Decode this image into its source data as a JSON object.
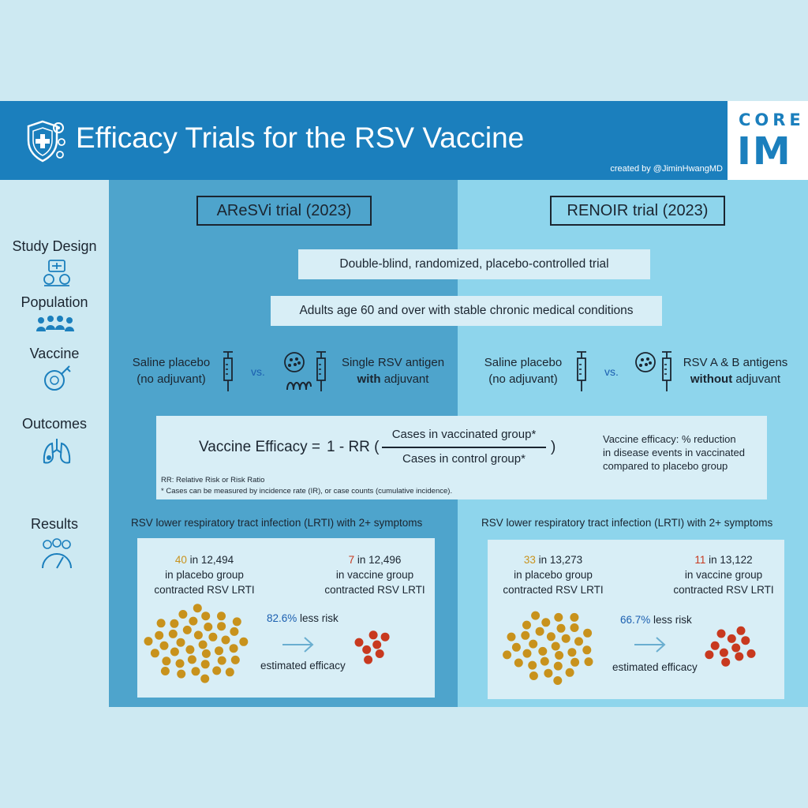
{
  "header": {
    "title": "Efficacy Trials for the RSV Vaccine",
    "credit": "created by @JiminHwangMD",
    "logo_top": "CORE",
    "logo_bottom": "IM"
  },
  "rows": {
    "study_design": "Study Design",
    "population": "Population",
    "vaccine": "Vaccine",
    "outcomes": "Outcomes",
    "results": "Results"
  },
  "trials": {
    "left": "AReSVi trial (2023)",
    "right": "RENOIR trial (2023)"
  },
  "design_text": "Double-blind, randomized, placebo-controlled trial",
  "population_text": "Adults age 60 and over with stable chronic medical conditions",
  "vaccine": {
    "left": {
      "placebo_line1": "Saline placebo",
      "placebo_line2": "(no adjuvant)",
      "vs": "vs.",
      "vaccine_line1": "Single RSV antigen",
      "vaccine_bold": "with",
      "vaccine_rest": " adjuvant"
    },
    "right": {
      "placebo_line1": "Saline placebo",
      "placebo_line2": "(no adjuvant)",
      "vs": "vs.",
      "vaccine_line1": "RSV A & B antigens",
      "vaccine_bold": "without",
      "vaccine_rest": " adjuvant"
    }
  },
  "outcomes": {
    "ve_label": "Vaccine Efficacy =",
    "formula_prefix": "1 - RR (",
    "numerator": "Cases in vaccinated group*",
    "denominator": "Cases in control group*",
    "formula_suffix": ")",
    "def_line1": "Vaccine efficacy: % reduction",
    "def_line2": "in disease events in vaccinated",
    "def_line3": "compared to placebo group",
    "note1": "RR: Relative Risk or Risk Ratio",
    "note2": "* Cases can be measured by incidence rate (IR), or case counts (cumulative incidence)."
  },
  "results": {
    "left": {
      "title": "RSV lower respiratory tract infection (LRTI) with 2+ symptoms",
      "placebo_count": "40",
      "placebo_total": " in 12,494",
      "placebo_l2": "in placebo group",
      "placebo_l3": "contracted RSV LRTI",
      "vaccine_count": "7",
      "vaccine_total": " in 12,496",
      "vaccine_l2": "in vaccine group",
      "vaccine_l3": "contracted RSV LRTI",
      "efficacy": "82.6%",
      "risk_text": " less risk",
      "estimated": "estimated efficacy"
    },
    "right": {
      "title": "RSV lower respiratory tract infection (LRTI) with 2+ symptoms",
      "placebo_count": "33",
      "placebo_total": " in 13,273",
      "placebo_l2": "in placebo group",
      "placebo_l3": "contracted RSV LRTI",
      "vaccine_count": "11",
      "vaccine_total": " in 13,122",
      "vaccine_l2": "in vaccine group",
      "vaccine_l3": "contracted RSV LRTI",
      "efficacy": "66.7%",
      "risk_text": " less risk",
      "estimated": "estimated efficacy"
    }
  },
  "colors": {
    "header": "#1b7fbd",
    "left_column": "#4ea4cc",
    "right_column": "#8ed5ec",
    "placebo_dot": "#c8921c",
    "vaccine_dot": "#c8391f",
    "efficacy_text": "#1b5fb0"
  },
  "icons": [
    "shield-virus-icon",
    "study-design-icon",
    "population-icon",
    "vaccine-icon",
    "lungs-icon",
    "results-gauge-icon",
    "syringe-icon",
    "virus-icon",
    "arrow-icon"
  ]
}
